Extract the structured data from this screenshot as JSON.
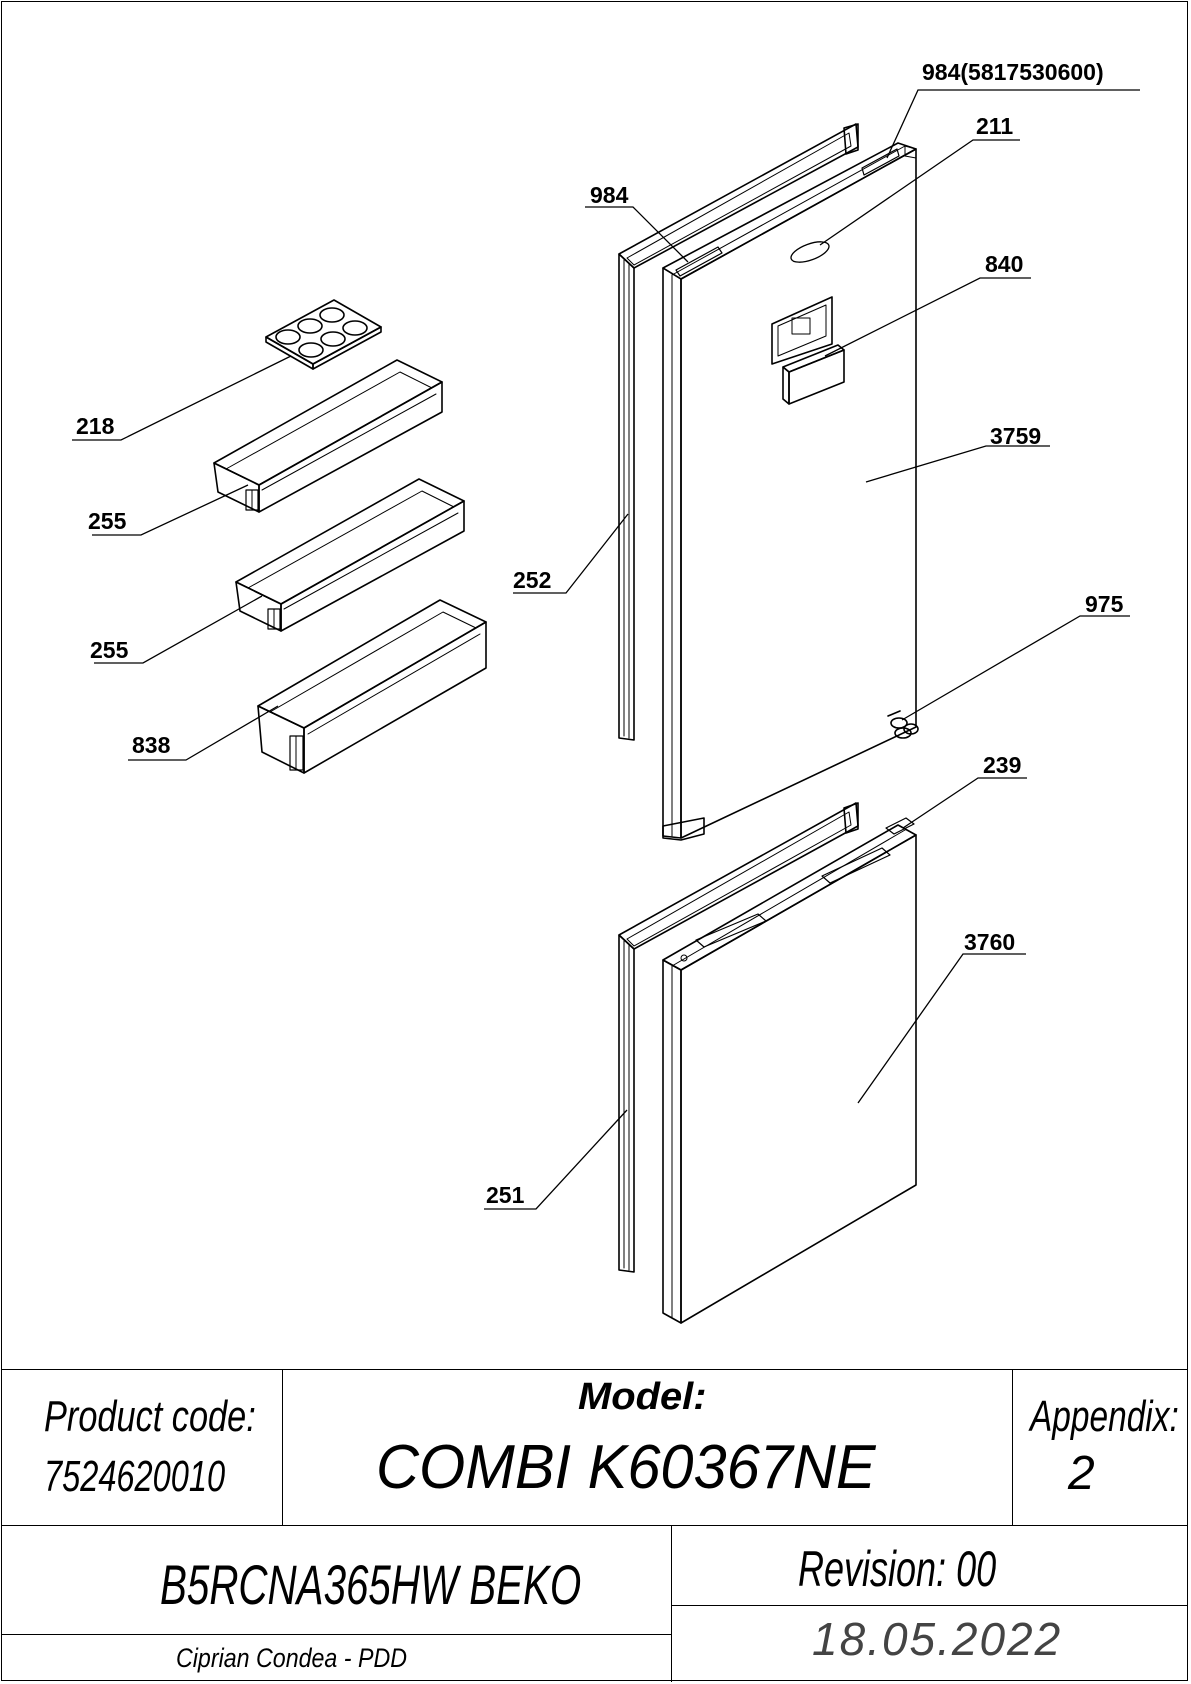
{
  "parts": {
    "p984_long": "984(5817530600)",
    "p211": "211",
    "p984": "984",
    "p840": "840",
    "p218": "218",
    "p3759": "3759",
    "p255_a": "255",
    "p252": "252",
    "p975": "975",
    "p255_b": "255",
    "p838": "838",
    "p239": "239",
    "p3760": "3760",
    "p251": "251"
  },
  "title_block": {
    "product_code_label": "Product code:",
    "product_code": "7524620010",
    "model_label": "Model:",
    "model": "COMBI K60367NE",
    "appendix_label": "Appendix:",
    "appendix": "2",
    "product_name": "B5RCNA365HW BEKO",
    "revision": "Revision: 00",
    "author": "Ciprian Condea - PDD",
    "date": "18.05.2022"
  }
}
